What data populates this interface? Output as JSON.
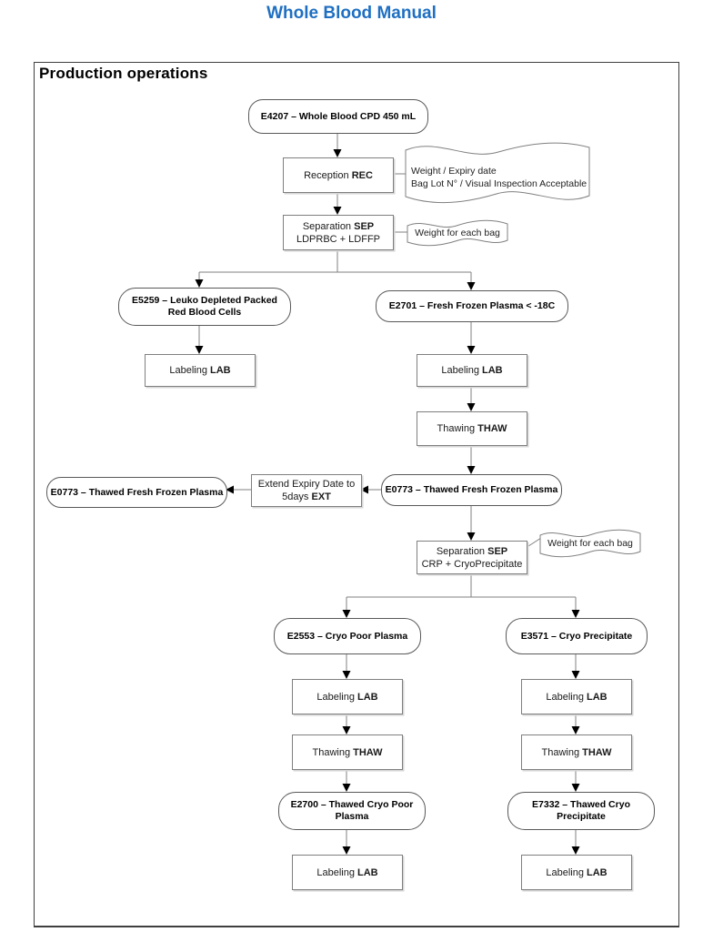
{
  "title": "Whole Blood Manual",
  "section_title": "Production operations",
  "ops": {
    "reception": {
      "text": "Reception",
      "code": "REC"
    },
    "separation": {
      "text": "Separation",
      "code": "SEP"
    },
    "labeling": {
      "text": "Labeling",
      "code": "LAB"
    },
    "thawing": {
      "text": "Thawing",
      "code": "THAW"
    },
    "extend": {
      "line1": "Extend Expiry Date to",
      "line2": "5days",
      "code": "EXT"
    }
  },
  "separations": {
    "sep1_products": "LDPRBC + LDFFP",
    "sep2_products": "CRP + CryoPrecipitate"
  },
  "products": {
    "e4207": "E4207 – Whole Blood CPD 450 mL",
    "e5259": "E5259 – Leuko Depleted Packed Red Blood Cells",
    "e2701": "E2701 – Fresh Frozen Plasma < -18C",
    "e0773": "E0773 – Thawed Fresh Frozen Plasma",
    "e2553": "E2553 – Cryo Poor Plasma",
    "e3571": "E3571 – Cryo Precipitate",
    "e2700": "E2700 – Thawed Cryo Poor Plasma",
    "e7332": "E7332 – Thawed Cryo Precipitate"
  },
  "annotations": {
    "reception_note_line1": "Weight / Expiry date",
    "reception_note_line2": "Bag Lot N° / Visual Inspection Acceptable",
    "weight_note": "Weight for each bag"
  },
  "colors": {
    "title_blue": "#1F6FC2"
  }
}
